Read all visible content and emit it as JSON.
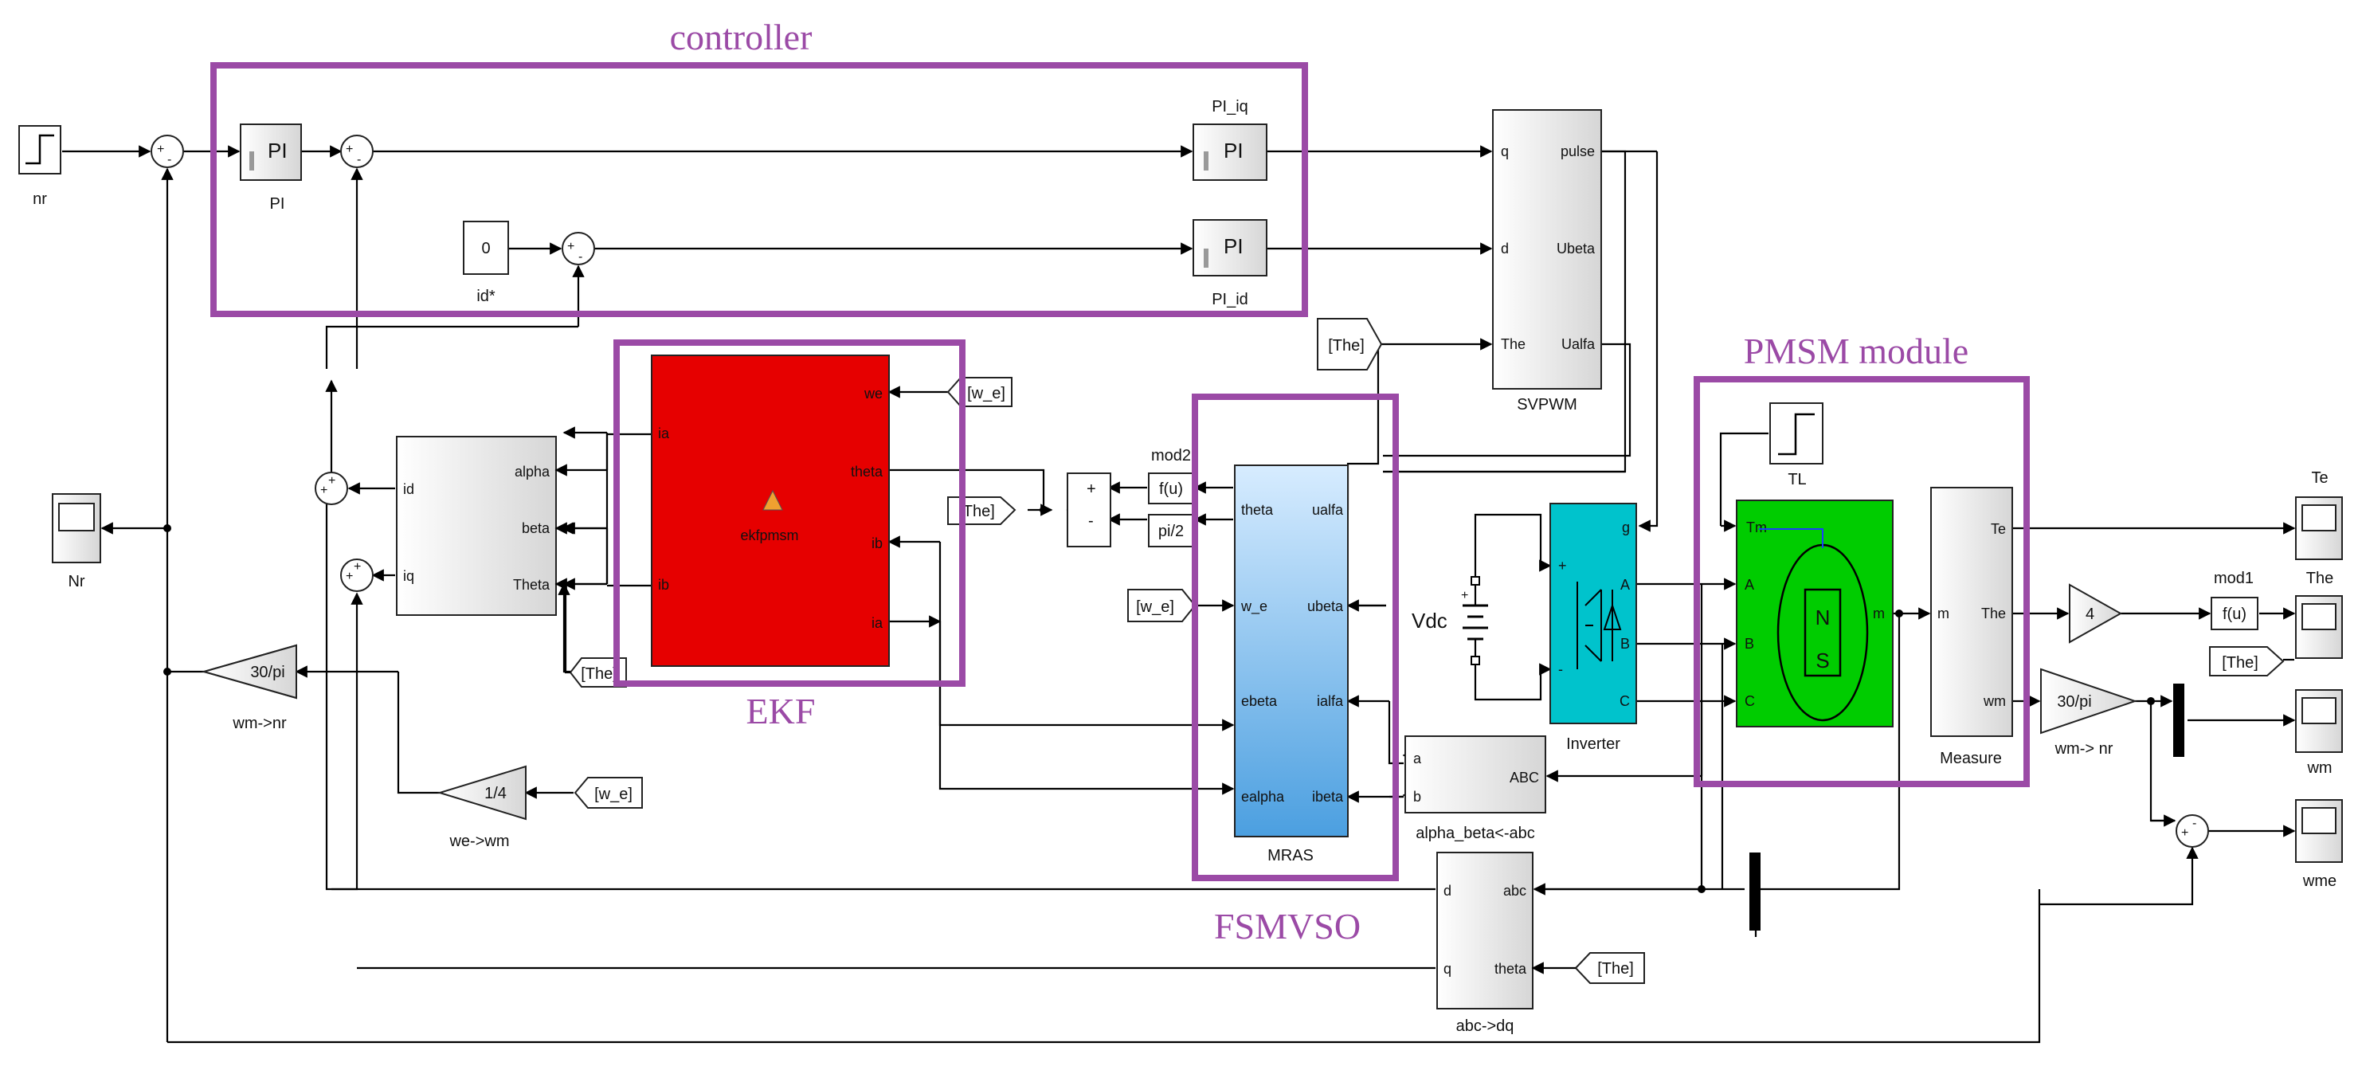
{
  "groups": {
    "controller": "controller",
    "ekf": "EKF",
    "fsmvso": "FSMVSO",
    "pmsm": "PMSM module"
  },
  "blocks": {
    "step_nr": "nr",
    "pi1_text": "PI",
    "pi1_label": "PI",
    "const0_value": "0",
    "const0_label": "id*",
    "pi_iq_text": "PI",
    "pi_iq_label": "PI_iq",
    "pi_id_text": "PI",
    "pi_id_label": "PI_id",
    "svpwm": {
      "label": "SVPWM",
      "in_q": "q",
      "in_d": "d",
      "in_the": "The",
      "out_pulse": "pulse",
      "out_ubeta": "Ubeta",
      "out_ualfa": "Ualfa"
    },
    "goto_the": "[The]",
    "from_we_top": "[w_e]",
    "from_the_mid": "[The]",
    "from_we_mras": "[w_e]",
    "from_the_bottom": "[The]",
    "from_we_gain": "[w_e]",
    "from_the_scope": "[The]",
    "from_the_dq": "[The]",
    "scope_nr": "Nr",
    "transform": {
      "in_id": "id",
      "in_iq": "iq",
      "out_alpha": "alpha",
      "out_beta": "beta",
      "out_theta": "Theta"
    },
    "ekf": {
      "in_ia": "ia",
      "in_ib": "ib",
      "out_we": "we",
      "out_theta": "theta",
      "out_ib": "ib",
      "out_ia": "ia",
      "center": "ekfpmsm"
    },
    "sum_plus": "+",
    "sum_minus": "-",
    "fcn_mod2": "f(u)",
    "fcn_mod2_label": "mod2",
    "const_pi2": "pi/2",
    "mras": {
      "label": "MRAS",
      "in_theta": "theta",
      "in_we": "w_e",
      "in_ebeta": "ebeta",
      "in_ealpha": "ealpha",
      "out_ualfa": "ualfa",
      "out_ubeta": "ubeta",
      "out_ialfa": "ialfa",
      "out_ibeta": "ibeta"
    },
    "gain_wm_nr": "30/pi",
    "gain_wm_nr_label": "wm->nr",
    "gain_we_wm": "1/4",
    "gain_we_wm_label": "we->wm",
    "alphabeta": {
      "label": "alpha_beta<-abc",
      "in_a": "a",
      "in_b": "b",
      "out": "ABC"
    },
    "abcdq": {
      "label": "abc->dq",
      "in_abc": "abc",
      "in_theta": "theta",
      "out_d": "d",
      "out_q": "q"
    },
    "vdc": "Vdc",
    "vdc_plus": "+",
    "inverter": {
      "label": "Inverter",
      "g": "g",
      "a": "A",
      "b": "B",
      "c": "C",
      "plus": "+",
      "minus": "-"
    },
    "step_tl": "TL",
    "pmsm": {
      "tm": "Tm",
      "a": "A",
      "b": "B",
      "c": "C",
      "m": "m",
      "n": "N",
      "s": "S"
    },
    "measure": {
      "label": "Measure",
      "in_m": "m",
      "out_te": "Te",
      "out_the": "The",
      "out_wm": "wm"
    },
    "gain4": "4",
    "fcn_mod1": "f(u)",
    "fcn_mod1_label": "mod1",
    "gain_wm_nr2": "30/pi",
    "gain_wm_nr2_label": "wm-> nr",
    "scope_te": "Te",
    "scope_the": "The",
    "scope_wm": "wm",
    "scope_wme": "wme"
  },
  "colors": {
    "group": "#9b4aa6",
    "ekf": "#e60000",
    "inverter": "#00c3cc",
    "pmsm": "#00cc00",
    "mras_top": "#cfe8ff",
    "mras_bottom": "#4b9fe0"
  }
}
